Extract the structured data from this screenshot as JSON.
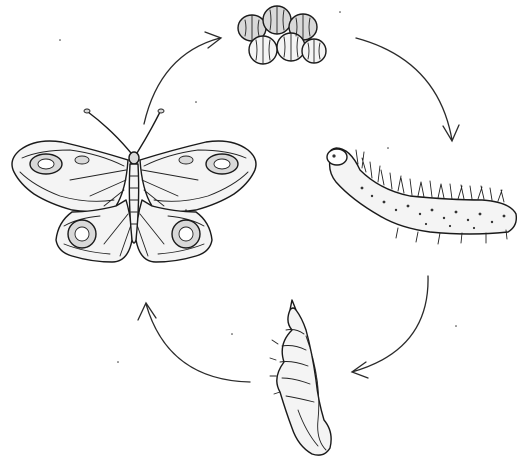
{
  "diagram": {
    "type": "life-cycle",
    "stages": [
      {
        "key": "egg",
        "icon": "eggs-cluster-icon"
      },
      {
        "key": "larva",
        "icon": "caterpillar-icon"
      },
      {
        "key": "pupa",
        "icon": "chrysalis-icon"
      },
      {
        "key": "adult",
        "icon": "butterfly-icon"
      }
    ],
    "flow": [
      "egg",
      "larva",
      "pupa",
      "adult",
      "egg"
    ],
    "direction": "clockwise",
    "colors": {
      "ink": "#1a1a1a",
      "background": "#ffffff",
      "shade": "#d9d9d9"
    }
  }
}
